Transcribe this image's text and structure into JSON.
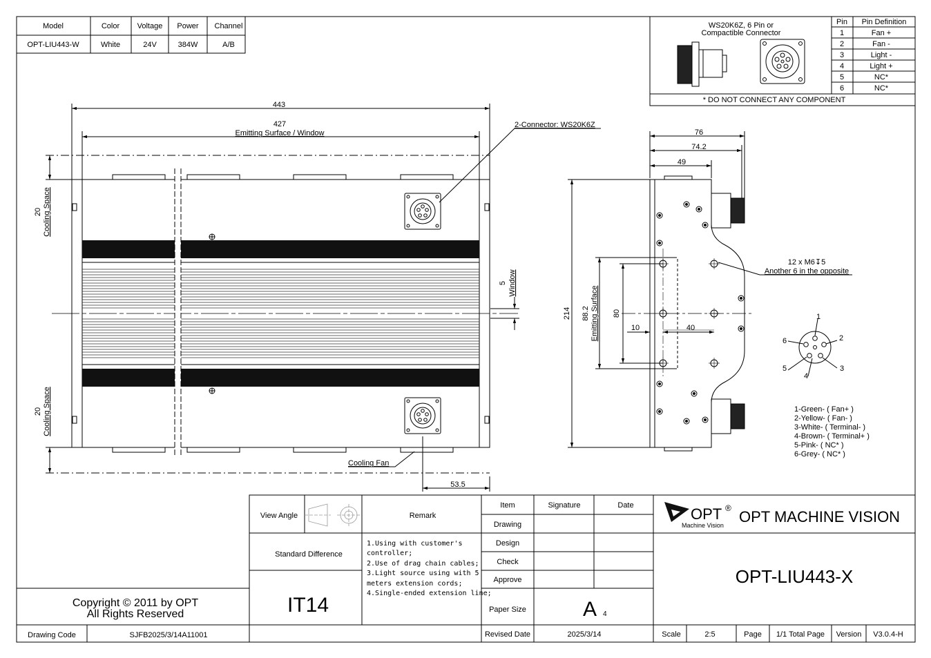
{
  "spec_table": {
    "headers": [
      "Model",
      "Color",
      "Voltage",
      "Power",
      "Channel"
    ],
    "row": [
      "OPT-LIU443-W",
      "White",
      "24V",
      "384W",
      "A/B"
    ]
  },
  "connector_box": {
    "title_line1": "WS20K6Z,  6 Pin or",
    "title_line2": "Compactible Connector",
    "note": "* DO NOT CONNECT ANY COMPONENT",
    "pin_header": [
      "Pin",
      "Pin Definition"
    ],
    "pins": [
      [
        "1",
        "Fan +"
      ],
      [
        "2",
        "Fan -"
      ],
      [
        "3",
        "Light -"
      ],
      [
        "4",
        "Light +"
      ],
      [
        "5",
        "NC*"
      ],
      [
        "6",
        "NC*"
      ]
    ]
  },
  "front_view": {
    "dim_443": "443",
    "dim_427": "427",
    "emitting_label": "Emitting Surface / Window",
    "connector_callout": "2-Connector: WS20K6Z",
    "cooling_top_value": "20",
    "cooling_top_label": "Cooling Space",
    "cooling_bottom_value": "20",
    "cooling_bottom_label": "Cooling Space",
    "window_value": "5",
    "window_label": "Window",
    "cooling_fan": "Cooling Fan",
    "dim_53_5": "53.5"
  },
  "side_view": {
    "dim_76": "76",
    "dim_74_2": "74.2",
    "dim_49": "49",
    "dim_214": "214",
    "dim_88_2": "88.2",
    "emitting_surface": "Emitting Surface",
    "dim_80": "80",
    "dim_10": "10",
    "dim_40": "40",
    "screw_note_line1": "12 x M6↧5",
    "screw_note_line2": "Another 6 in the opposite"
  },
  "pin_diagram": {
    "numbers": [
      "1",
      "2",
      "3",
      "4",
      "5",
      "6"
    ],
    "legend": [
      "1-Green- ( Fan+ )",
      "2-Yellow- ( Fan- )",
      "3-White- ( Terminal- )",
      "4-Brown- ( Terminal+ )",
      "5-Pink- ( NC* )",
      "6-Grey- ( NC* )"
    ]
  },
  "title_block": {
    "view_angle": "View Angle",
    "remark": "Remark",
    "item": "Item",
    "signature": "Signature",
    "date": "Date",
    "drawing": "Drawing",
    "design": "Design",
    "check": "Check",
    "approve": "Approve",
    "standard_difference": "Standard Difference",
    "tolerance": "IT14",
    "remark_lines": [
      "1.Using with customer's",
      "controller;",
      "2.Use of drag chain cables;",
      "3.Light source using with 5",
      "meters extension cords;",
      "4.Single-ended extension line;"
    ],
    "paper_size_label": "Paper Size",
    "paper_size_letter": "A",
    "paper_size_number": "4",
    "revised_date_label": "Revised Date",
    "revised_date": "2025/3/14",
    "scale_label": "Scale",
    "scale": "2:5",
    "page_label": "Page",
    "page": "1/1 Total Page",
    "version_label": "Version",
    "version": "V3.0.4-H",
    "logo_text": "OPT",
    "logo_registered": "®",
    "logo_sub": "Machine Vision",
    "company": "OPT MACHINE VISION",
    "part_number": "OPT-LIU443-X",
    "copyright_line1": "Copyright © 2011 by OPT",
    "copyright_line2": "All Rights Reserved",
    "drawing_code_label": "Drawing Code",
    "drawing_code": "SJFB2025/3/14A11001"
  },
  "colors": {
    "line": "#000000",
    "fin": "#111111",
    "paper": "#ffffff"
  }
}
